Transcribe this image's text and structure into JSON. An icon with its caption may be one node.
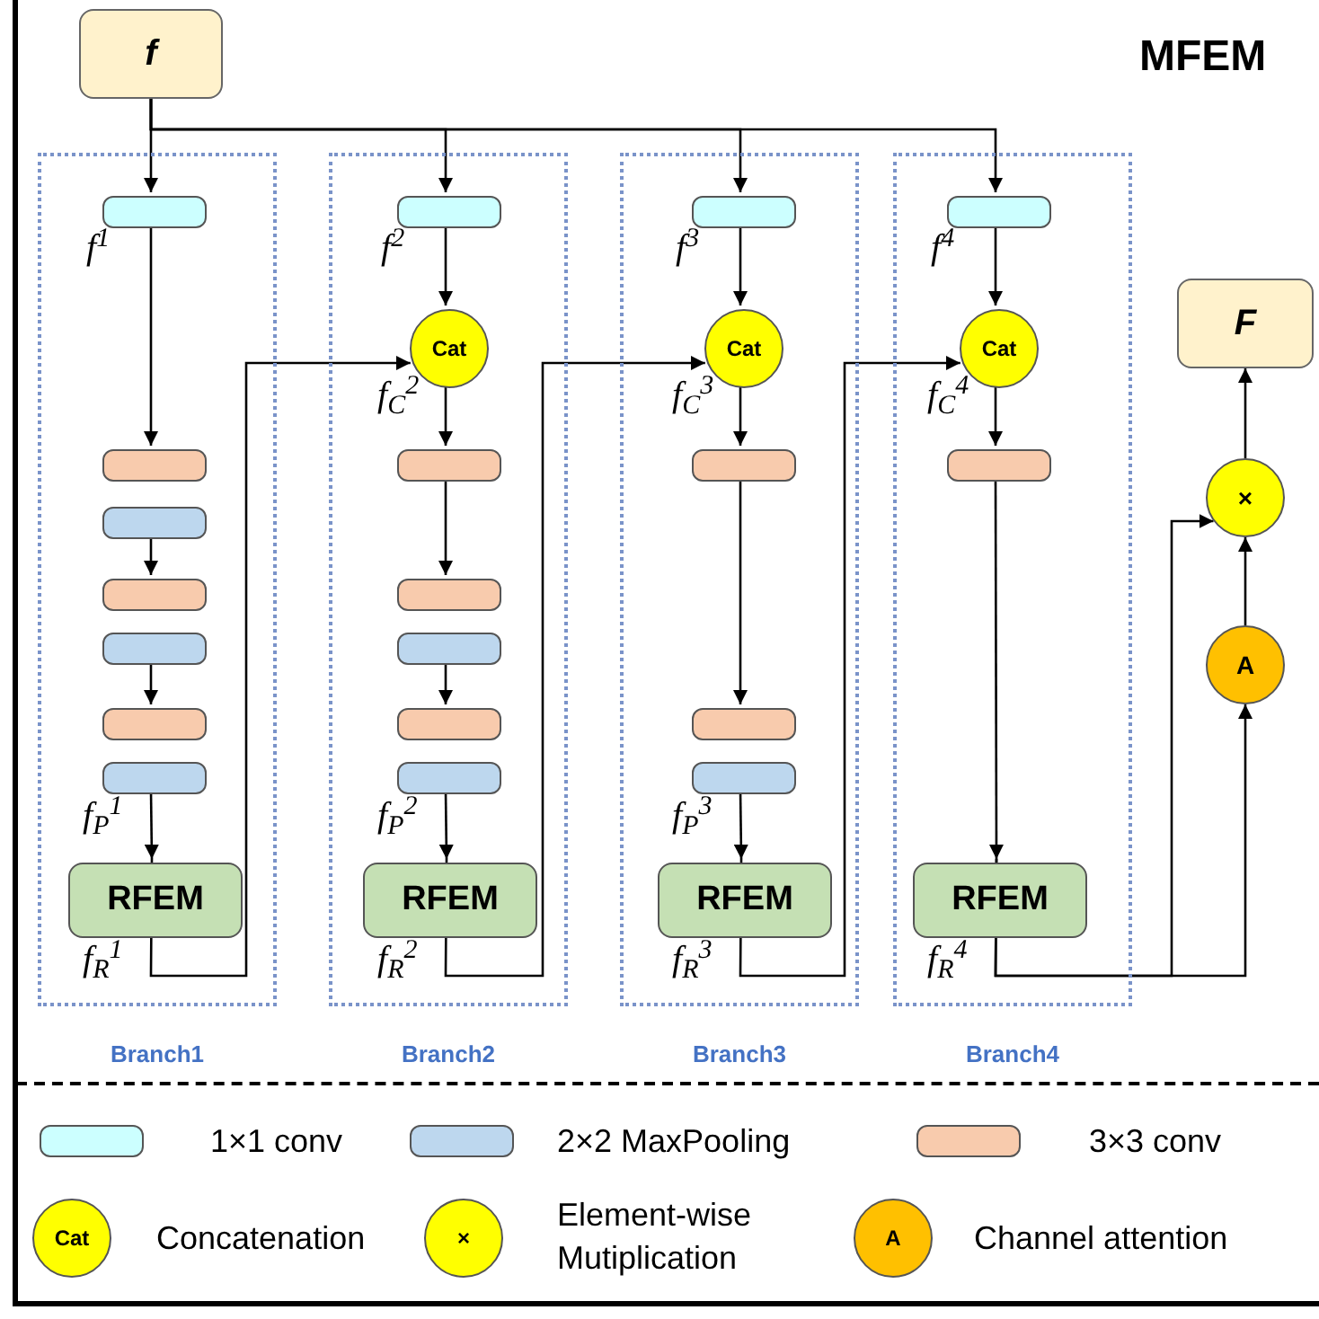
{
  "diagram": {
    "title": "MFEM",
    "nodes": [
      {
        "text": [
          "f"
        ]
      },
      {
        "text": [
          "Branch1"
        ]
      },
      {
        "text": [],
        "shape": "box",
        "in": 1,
        "beside": [
          "f$^{1}$"
        ]
      },
      {
        "text": [],
        "shape": "box",
        "in": 1
      },
      {
        "text": [],
        "shape": "box",
        "in": 1
      },
      {
        "text": [],
        "shape": "box",
        "in": 1
      },
      {
        "text": [],
        "shape": "box",
        "in": 1
      },
      {
        "text": [],
        "shape": "box",
        "in": 1
      },
      {
        "text": [],
        "shape": "box",
        "in": 1,
        "beside": [
          "f$_{P}$$^{1}$"
        ]
      },
      {
        "text": [
          "RFEM"
        ],
        "in": 1,
        "beside": [
          "f$_{R}$$^{1}$"
        ]
      },
      {
        "text": [
          "Branch2"
        ]
      },
      {
        "text": [],
        "shape": "box",
        "in": 10,
        "beside": [
          "f$^{2}$"
        ]
      },
      {
        "text": [
          "Cat"
        ],
        "in": 10,
        "beside": [
          "f$_{C}$$^{2}$"
        ]
      },
      {
        "text": [],
        "shape": "box",
        "in": 10
      },
      {
        "text": [],
        "shape": "box",
        "in": 10
      },
      {
        "text": [],
        "shape": "box",
        "in": 10
      },
      {
        "text": [],
        "shape": "box",
        "in": 10
      },
      {
        "text": [],
        "shape": "box",
        "in": 10,
        "beside": [
          "f$_{P}$$^{2}$"
        ]
      },
      {
        "text": [
          "RFEM"
        ],
        "in": 10,
        "beside": [
          "f$_{R}$$^{2}$"
        ]
      },
      {
        "text": [
          "Branch3"
        ]
      },
      {
        "text": [],
        "shape": "box",
        "in": 19,
        "beside": [
          "f$^{3}$"
        ]
      },
      {
        "text": [
          "Cat"
        ],
        "in": 19,
        "beside": [
          "f$_{C}$$^{3}$"
        ]
      },
      {
        "text": [],
        "shape": "box",
        "in": 19
      },
      {
        "text": [],
        "shape": "box",
        "in": 19
      },
      {
        "text": [],
        "shape": "box",
        "in": 19,
        "beside": [
          "f$_{P}$$^{3}$"
        ]
      },
      {
        "text": [
          "RFEM"
        ],
        "in": 19,
        "beside": [
          "f$_{R}$$^{3}$"
        ]
      },
      {
        "text": [
          "Branch4"
        ]
      },
      {
        "text": [],
        "shape": "box",
        "in": 26,
        "beside": [
          "f$^{4}$"
        ]
      },
      {
        "text": [
          "Cat"
        ],
        "in": 26,
        "beside": [
          "f$_{C}$$^{4}$"
        ]
      },
      {
        "text": [],
        "shape": "box",
        "in": 26
      },
      {
        "text": [
          "RFEM"
        ],
        "in": 26,
        "beside": [
          "f$_{R}$$^{4}$"
        ]
      },
      {
        "text": [
          "×"
        ]
      },
      {
        "text": [
          "A"
        ]
      },
      {
        "text": [
          "F"
        ]
      }
    ],
    "edges": [
      {
        "from": 0,
        "to": 2,
        "arrow": "to"
      },
      {
        "from": 0,
        "to": 11,
        "arrow": "to"
      },
      {
        "from": 0,
        "to": 20,
        "arrow": "to"
      },
      {
        "from": 0,
        "to": 27,
        "arrow": "to"
      },
      {
        "from": 2,
        "to": 3,
        "arrow": "to"
      },
      {
        "from": 4,
        "to": 5,
        "arrow": "to"
      },
      {
        "from": 6,
        "to": 7,
        "arrow": "to"
      },
      {
        "from": 8,
        "to": 9,
        "arrow": "to"
      },
      {
        "from": 9,
        "to": 12,
        "arrow": "to"
      },
      {
        "from": 11,
        "to": 12,
        "arrow": "to"
      },
      {
        "from": 12,
        "to": 13,
        "arrow": "to"
      },
      {
        "from": 13,
        "to": 14,
        "arrow": "to"
      },
      {
        "from": 15,
        "to": 16,
        "arrow": "to"
      },
      {
        "from": 17,
        "to": 18,
        "arrow": "to"
      },
      {
        "from": 18,
        "to": 21,
        "arrow": "to"
      },
      {
        "from": 20,
        "to": 21,
        "arrow": "to"
      },
      {
        "from": 21,
        "to": 22,
        "arrow": "to"
      },
      {
        "from": 22,
        "to": 23,
        "arrow": "to"
      },
      {
        "from": 24,
        "to": 25,
        "arrow": "to"
      },
      {
        "from": 25,
        "to": 28,
        "arrow": "to"
      },
      {
        "from": 27,
        "to": 28,
        "arrow": "to"
      },
      {
        "from": 28,
        "to": 29,
        "arrow": "to"
      },
      {
        "from": 29,
        "to": 30,
        "arrow": "to"
      },
      {
        "from": 30,
        "to": 31,
        "arrow": "to"
      },
      {
        "from": 30,
        "to": 32,
        "arrow": "to"
      },
      {
        "from": 32,
        "to": 31,
        "arrow": "to"
      },
      {
        "from": 31,
        "to": 33,
        "arrow": "to"
      }
    ],
    "labels": [
      "Cat",
      "×",
      "A"
    ],
    "legend": [
      {
        "text": "1×1 conv",
        "color": "#ccffff"
      },
      {
        "text": "2×2 MaxPooling",
        "color": "#bdd7ee"
      },
      {
        "text": "3×3 conv",
        "color": "#f8cbad"
      },
      {
        "text": "Concatenation",
        "color": "#ffff00"
      },
      {
        "text": "Element-wise Mutiplication",
        "color": "#ffff00"
      },
      {
        "text": "Channel attention",
        "color": "#ffc000"
      }
    ]
  }
}
